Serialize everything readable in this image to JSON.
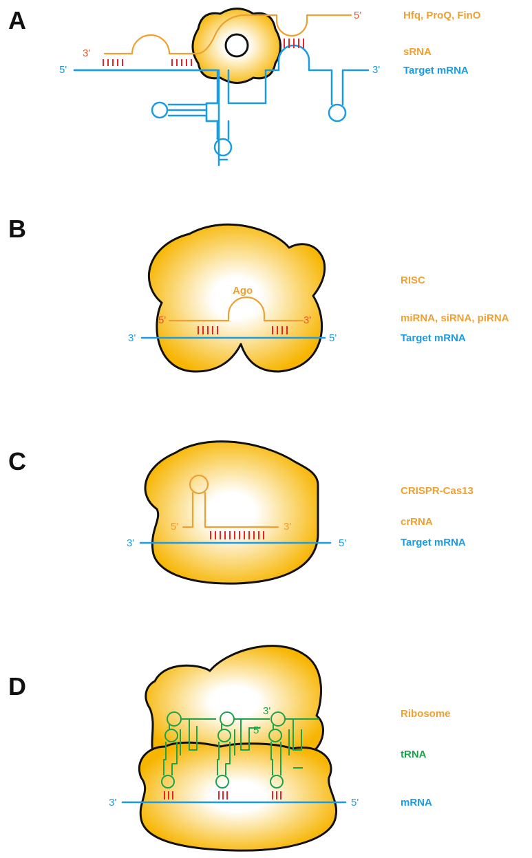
{
  "colors": {
    "protein_edge": "#f7b500",
    "protein_center": "#ffffff",
    "mrna": "#1a9be6",
    "small_rna": "#f0a030",
    "end_label_red": "#e8542b",
    "trna": "#1aa34a",
    "base_pair": "#e8232b",
    "panel_letter": "#111111"
  },
  "panels": {
    "a": {
      "letter": "A",
      "protein_label": "Hfq, ProQ, FinO",
      "rna_label": "sRNA",
      "target_label": "Target mRNA",
      "srna_3_end": "3'",
      "srna_5_end": "5'",
      "mrna_5_end": "5'",
      "mrna_3_end": "3'"
    },
    "b": {
      "letter": "B",
      "complex_label": "RISC",
      "protein_label": "Ago",
      "rna_label": "miRNA, siRNA, piRNA",
      "target_label": "Target mRNA",
      "rna_5_end": "5'",
      "rna_3_end": "3'",
      "mrna_3_end": "3'",
      "mrna_5_end": "5'"
    },
    "c": {
      "letter": "C",
      "complex_label": "CRISPR-Cas13",
      "rna_label": "crRNA",
      "target_label": "Target mRNA",
      "rna_5_end": "5'",
      "rna_3_end": "3'",
      "mrna_3_end": "3'",
      "mrna_5_end": "5'"
    },
    "d": {
      "letter": "D",
      "complex_label": "Ribosome",
      "rna_label": "tRNA",
      "target_label": "mRNA",
      "trna_3_end": "3'",
      "trna_5_end": "5'",
      "mrna_3_end": "3'",
      "mrna_5_end": "5'"
    }
  }
}
